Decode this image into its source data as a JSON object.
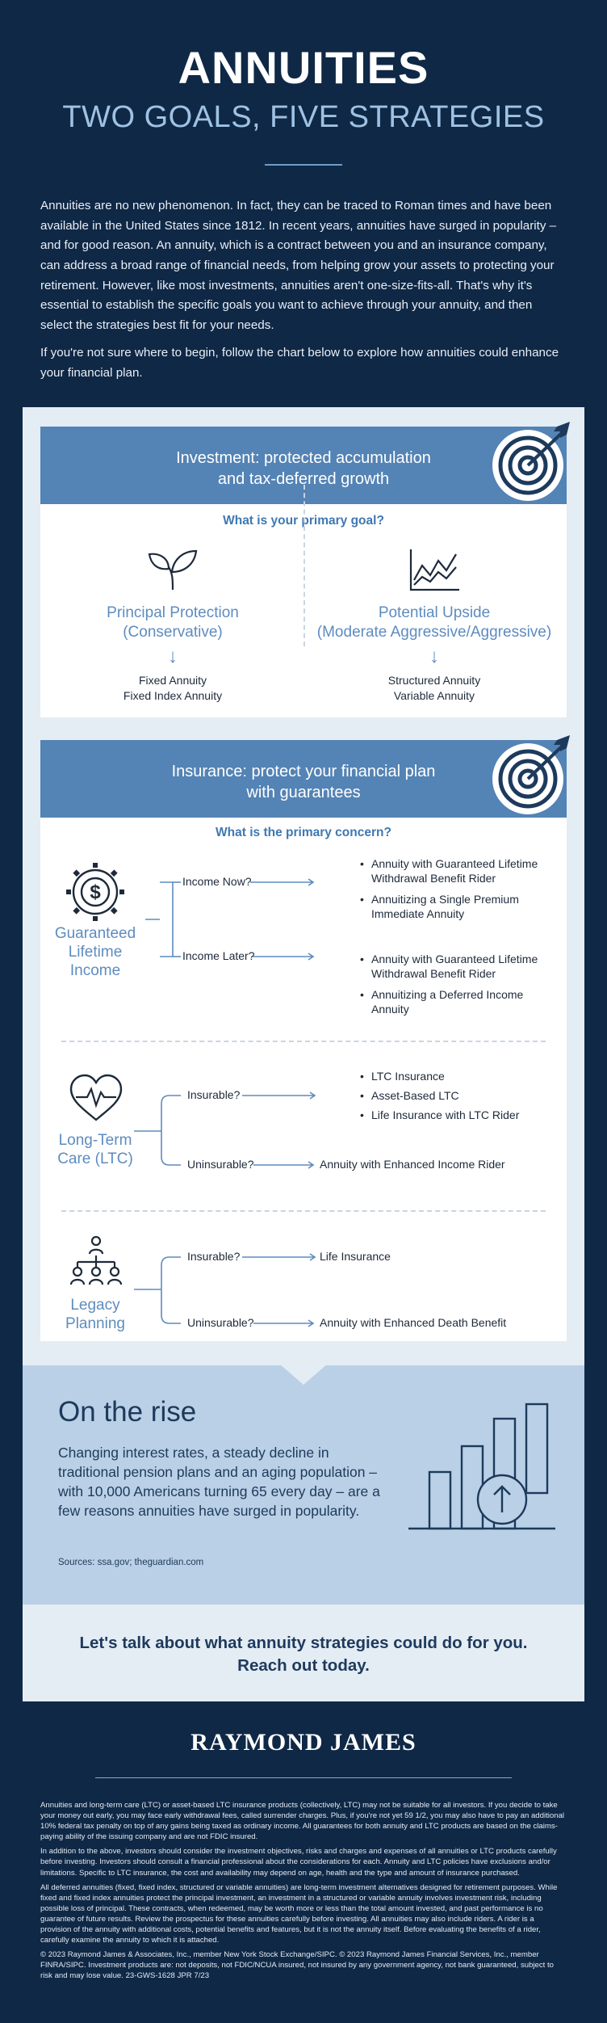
{
  "hero": {
    "title": "ANNUITIES",
    "subtitle": "TWO GOALS, FIVE STRATEGIES"
  },
  "intro": {
    "p1": "Annuities are no new phenomenon. In fact, they can be traced to Roman times and have been available in the United States since 1812. In recent years, annuities have surged in popularity – and for good reason. An annuity, which is a contract between you and an insurance company, can address a broad range of financial needs, from helping grow your assets to protecting your retirement. However, like most investments, annuities aren't one-size-fits-all. That's why it's essential to establish the specific goals you want to achieve through your annuity, and then select the strategies best fit for your needs.",
    "p2": "If you're not sure where to begin, follow the chart below to explore how annuities could enhance your financial plan."
  },
  "investment": {
    "heading_line1": "Investment: protected accumulation",
    "heading_line2": "and tax-deferred growth",
    "question": "What is your primary goal?",
    "left": {
      "title_line1": "Principal Protection",
      "title_line2": "(Conservative)",
      "product1": "Fixed Annuity",
      "product2": "Fixed Index Annuity"
    },
    "right": {
      "title_line1": "Potential Upside",
      "title_line2": "(Moderate Aggressive/Aggressive)",
      "product1": "Structured Annuity",
      "product2": "Variable Annuity"
    }
  },
  "insurance": {
    "heading_line1": "Insurance: protect your financial plan",
    "heading_line2": "with guarantees",
    "question": "What is the primary concern?",
    "guaranteed": {
      "label_line1": "Guaranteed",
      "label_line2": "Lifetime",
      "label_line3": "Income",
      "now_label": "Income Now?",
      "now_items": [
        "Annuity with Guaranteed Lifetime Withdrawal Benefit Rider",
        "Annuitizing a Single Premium Immediate Annuity"
      ],
      "later_label": "Income Later?",
      "later_items": [
        "Annuity with Guaranteed Lifetime Withdrawal Benefit Rider",
        "Annuitizing a Deferred Income Annuity"
      ]
    },
    "ltc": {
      "label_line1": "Long-Term",
      "label_line2": "Care (LTC)",
      "insurable_label": "Insurable?",
      "insurable_items": [
        "LTC Insurance",
        "Asset-Based LTC",
        "Life Insurance with LTC Rider"
      ],
      "uninsurable_label": "Uninsurable?",
      "uninsurable_result": "Annuity with Enhanced Income Rider"
    },
    "legacy": {
      "label_line1": "Legacy",
      "label_line2": "Planning",
      "insurable_label": "Insurable?",
      "insurable_result": "Life Insurance",
      "uninsurable_label": "Uninsurable?",
      "uninsurable_result": "Annuity with Enhanced Death Benefit"
    }
  },
  "rise": {
    "title": "On the rise",
    "text": "Changing  interest rates, a steady decline in traditional pension plans and an aging population – with 10,000 Americans turning 65 every day – are a few reasons annuities have surged in popularity.",
    "sources": "Sources: ssa.gov; theguardian.com"
  },
  "cta": {
    "line1": "Let's talk about what annuity strategies could do for you.",
    "line2": "Reach out today."
  },
  "brand": "RAYMOND JAMES",
  "legal": {
    "p1": "Annuities and long-term care (LTC) or asset-based LTC insurance products (collectively, LTC) may not be suitable for all investors. If you decide to take your money out early, you may face early withdrawal fees, called surrender charges. Plus, if you're not yet 59 1/2, you may also have to pay an additional 10% federal tax penalty on top of any gains being taxed as ordinary income. All guarantees for both annuity and LTC products are based on the claims-paying ability of the issuing company and are not FDIC insured.",
    "p2": "In addition to the above, investors should consider the investment objectives, risks and charges and expenses of all annuities or LTC products carefully before investing. Investors should consult a financial professional about the considerations for each. Annuity and LTC policies have exclusions and/or limitations. Specific to LTC insurance, the cost and availability may depend on age, health and the type and amount of insurance purchased.",
    "p3": "All deferred annuities (fixed, fixed index, structured or variable annuities) are long-term investment alternatives designed for retirement purposes. While fixed and fixed index annuities protect the principal investment, an investment in a structured or variable annuity involves investment risk, including possible loss of principal. These contracts, when redeemed, may be worth more or less than the total amount invested, and past performance is no guarantee of future results. Review the prospectus for these annuities carefully before investing. All annuities may also include riders. A rider is a provision of the annuity with additional costs, potential benefits and features, but it is not the annuity itself. Before evaluating the benefits of a rider, carefully examine the annuity to which it is attached.",
    "p4": "© 2023 Raymond James & Associates, Inc., member New York Stock Exchange/SIPC. © 2023 Raymond James Financial Services, Inc., member FINRA/SIPC. Investment products are: not deposits, not FDIC/NCUA insured, not insured by any government agency, not bank guaranteed, subject to risk and may lose value. 23-GWS-1628 JPR 7/23"
  },
  "colors": {
    "navy": "#0f2846",
    "band_blue": "#5483b5",
    "label_blue": "#5e8cbf",
    "light_panel": "#e4ecf4",
    "rise_bg": "#bad0e6"
  },
  "icons": [
    "sprout-icon",
    "line-chart-icon",
    "target-arrow-icon",
    "gear-dollar-icon",
    "heart-pulse-icon",
    "family-tree-icon",
    "bar-chart-growth-icon"
  ]
}
